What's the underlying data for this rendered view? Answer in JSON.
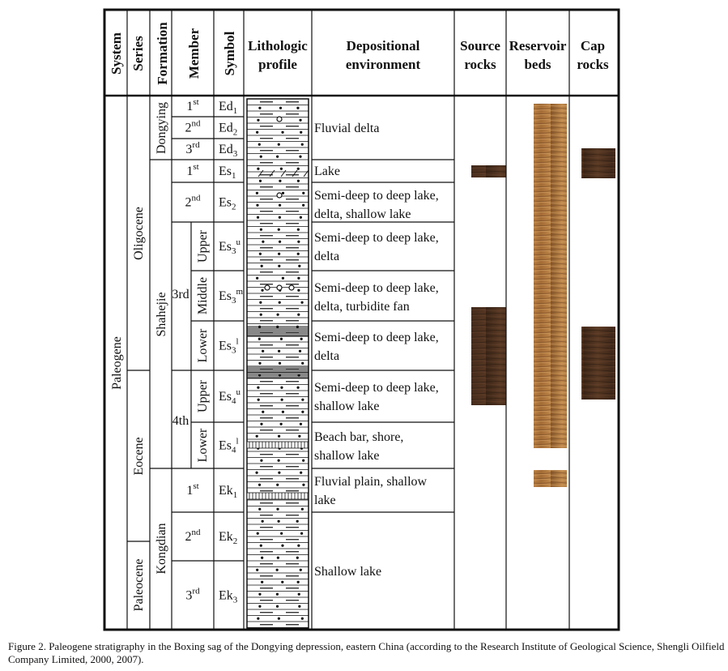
{
  "headers": {
    "system": "System",
    "series": "Series",
    "formation": "Formation",
    "member": "Member",
    "symbol": "Symbol",
    "lithologic": [
      "Lithologic",
      "profile"
    ],
    "depositional": [
      "Depositional",
      "environment"
    ],
    "source": [
      "Source",
      "rocks"
    ],
    "reservoir": [
      "Reservoir",
      "beds"
    ],
    "cap": [
      "Cap",
      "rocks"
    ]
  },
  "system": "Paleogene",
  "series": [
    "Oligocene",
    "Eocene",
    "Paleocene"
  ],
  "formations": [
    "Dongying",
    "Shahejie",
    "Kongdian"
  ],
  "sub_members": {
    "es3": "3rd",
    "es4": "4th"
  },
  "members": [
    {
      "num": "1",
      "sup": "st",
      "sym": "Ed",
      "sub": "1",
      "ssup": ""
    },
    {
      "num": "2",
      "sup": "nd",
      "sym": "Ed",
      "sub": "2",
      "ssup": ""
    },
    {
      "num": "3",
      "sup": "rd",
      "sym": "Ed",
      "sub": "3",
      "ssup": ""
    },
    {
      "num": "1",
      "sup": "st",
      "sym": "Es",
      "sub": "1",
      "ssup": ""
    },
    {
      "num": "2",
      "sup": "nd",
      "sym": "Es",
      "sub": "2",
      "ssup": ""
    },
    {
      "num": "Upper",
      "sup": "",
      "sym": "Es",
      "sub": "3",
      "ssup": "u"
    },
    {
      "num": "Middle",
      "sup": "",
      "sym": "Es",
      "sub": "3",
      "ssup": "m"
    },
    {
      "num": "Lower",
      "sup": "",
      "sym": "Es",
      "sub": "3",
      "ssup": "l"
    },
    {
      "num": "Upper",
      "sup": "",
      "sym": "Es",
      "sub": "4",
      "ssup": "u"
    },
    {
      "num": "Lower",
      "sup": "",
      "sym": "Es",
      "sub": "4",
      "ssup": "l"
    },
    {
      "num": "1",
      "sup": "st",
      "sym": "Ek",
      "sub": "1",
      "ssup": ""
    },
    {
      "num": "2",
      "sup": "nd",
      "sym": "Ek",
      "sub": "2",
      "ssup": ""
    },
    {
      "num": "3",
      "sup": "rd",
      "sym": "Ek",
      "sub": "3",
      "ssup": ""
    }
  ],
  "environments": [
    [
      "Fluvial delta"
    ],
    [
      "Lake"
    ],
    [
      "Semi-deep to deep lake,",
      "delta, shallow lake"
    ],
    [
      "Semi-deep to deep lake,",
      "delta"
    ],
    [
      "Semi-deep to deep lake,",
      "delta, turbidite fan"
    ],
    [
      "Semi-deep to deep lake,",
      "delta"
    ],
    [
      "Semi-deep to deep lake,",
      "shallow lake"
    ],
    [
      "Beach bar, shore,",
      "shallow lake"
    ],
    [
      "Fluvial plain, shallow",
      "lake"
    ],
    [
      "Shallow lake"
    ]
  ],
  "colors": {
    "source_rock": "#4a3020",
    "reservoir_bed": "#a8763e",
    "cap_rock": "#4a3020",
    "line": "#111111"
  },
  "caption": "Figure 2. Paleogene stratigraphy in the Boxing sag of the Dongying depression, eastern China (according to the Research Institute of Geological Science, Shengli Oilfield Company Limited, 2000, 2007)."
}
